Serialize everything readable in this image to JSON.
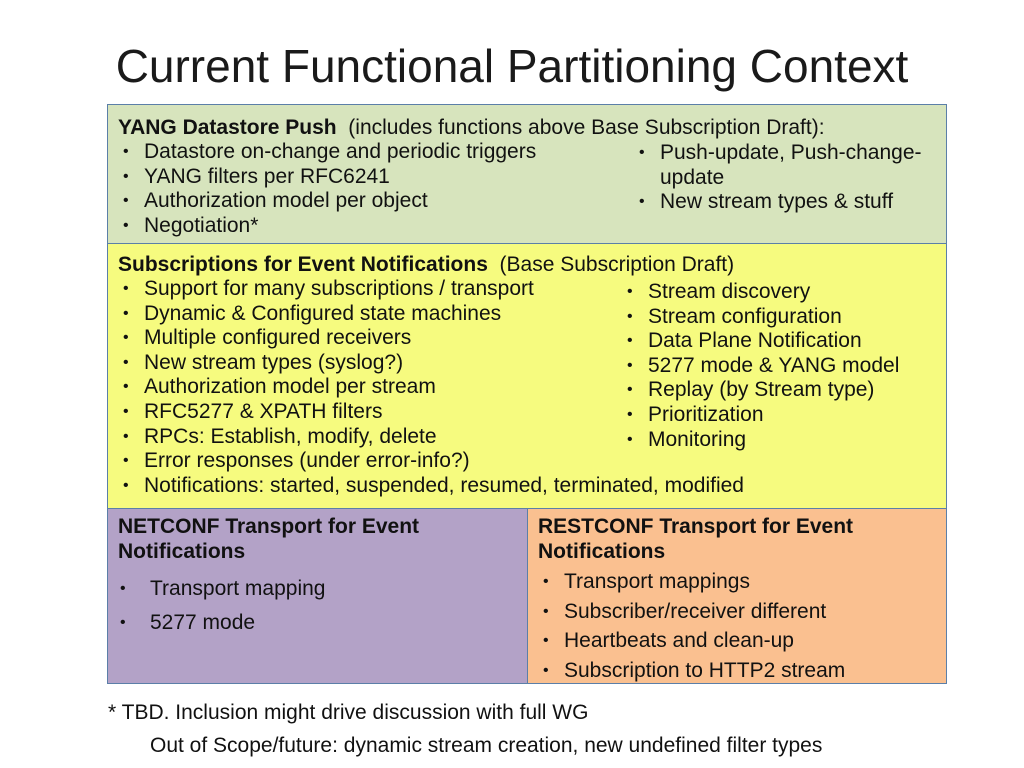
{
  "title": "Current Functional Partitioning Context",
  "yang_push": {
    "heading_bold": "YANG Datastore Push",
    "heading_rest": "(includes functions above Base Subscription Draft):",
    "left_items": [
      "Datastore on-change and periodic triggers",
      "YANG filters per RFC6241",
      "Authorization model per object",
      "Negotiation*"
    ],
    "right_items": [
      "Push-update, Push-change-update",
      "New stream types & stuff"
    ]
  },
  "subscriptions": {
    "heading_bold": "Subscriptions for Event Notifications",
    "heading_rest": "(Base Subscription Draft)",
    "left_items": [
      "Support for many subscriptions / transport",
      "Dynamic & Configured state machines",
      "Multiple configured receivers",
      "New stream types (syslog?)",
      "Authorization model per stream",
      "RFC5277 & XPATH filters",
      "RPCs: Establish, modify, delete",
      "Error responses (under error-info?)",
      "Notifications: started, suspended, resumed, terminated, modified"
    ],
    "right_items": [
      "Stream discovery",
      "Stream configuration",
      "Data Plane Notification",
      "5277 mode & YANG model",
      "Replay (by Stream type)",
      "Prioritization",
      "Monitoring"
    ]
  },
  "netconf": {
    "heading": "NETCONF Transport for Event Notifications",
    "items": [
      "Transport mapping",
      "5277 mode"
    ]
  },
  "restconf": {
    "heading": "RESTCONF Transport for Event Notifications",
    "items": [
      "Transport mappings",
      "Subscriber/receiver different",
      "Heartbeats and clean-up",
      "Subscription to HTTP2 stream"
    ]
  },
  "footnotes": {
    "line1": "* TBD.  Inclusion might drive discussion with full WG",
    "line2": "Out of Scope/future: dynamic stream creation, new undefined filter types"
  },
  "colors": {
    "yang_push_bg": "#d7e4bd",
    "subscriptions_bg": "#f6fb7f",
    "netconf_bg": "#b3a2c7",
    "restconf_bg": "#fac090",
    "border": "#5b7fa8"
  }
}
